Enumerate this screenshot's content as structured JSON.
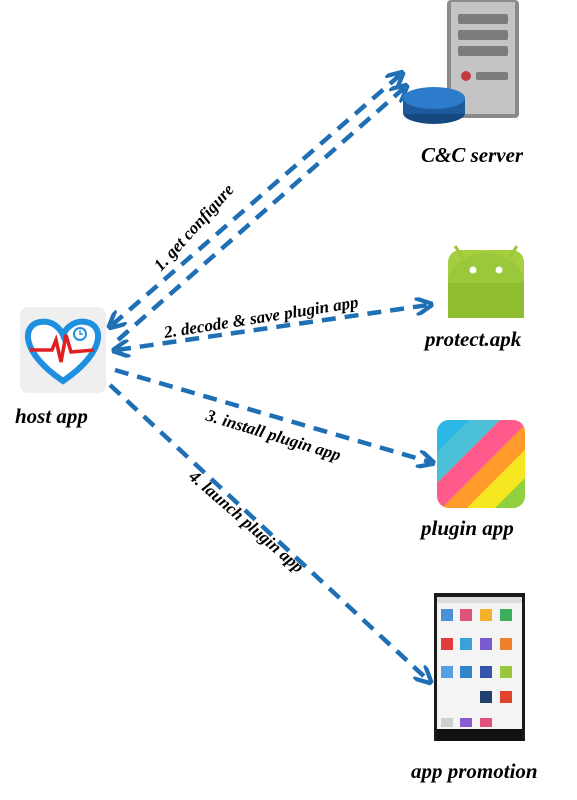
{
  "colors": {
    "arrow": "#1f6fb5",
    "server_body": "#9a9a9a",
    "db": "#1e5a9e",
    "android": "#9bc83b",
    "heart": "#1f8fe0",
    "pulse": "#e02020"
  },
  "nodes": {
    "cc_server": {
      "label": "C&C server",
      "icon": "server-database-icon"
    },
    "protect_apk": {
      "label": "protect.apk",
      "icon": "android-icon"
    },
    "host_app": {
      "label": "host app",
      "icon": "heart-monitor-icon"
    },
    "plugin_app": {
      "label": "plugin app",
      "icon": "rainbow-stripes-icon"
    },
    "app_promotion": {
      "label": "app promotion",
      "icon": "phone-screenshot-icon"
    }
  },
  "edges": [
    {
      "label": "1. get configure",
      "from": "host app",
      "to": "C&C server",
      "bidirectional": true
    },
    {
      "label": "2. decode & save plugin app",
      "from": "host app",
      "to": "protect.apk",
      "bidirectional": true
    },
    {
      "label": "3. install plugin app",
      "from": "host app",
      "to": "plugin app",
      "bidirectional": false
    },
    {
      "label": "4. launch plugin app",
      "from": "host app",
      "to": "app promotion",
      "bidirectional": false
    }
  ]
}
